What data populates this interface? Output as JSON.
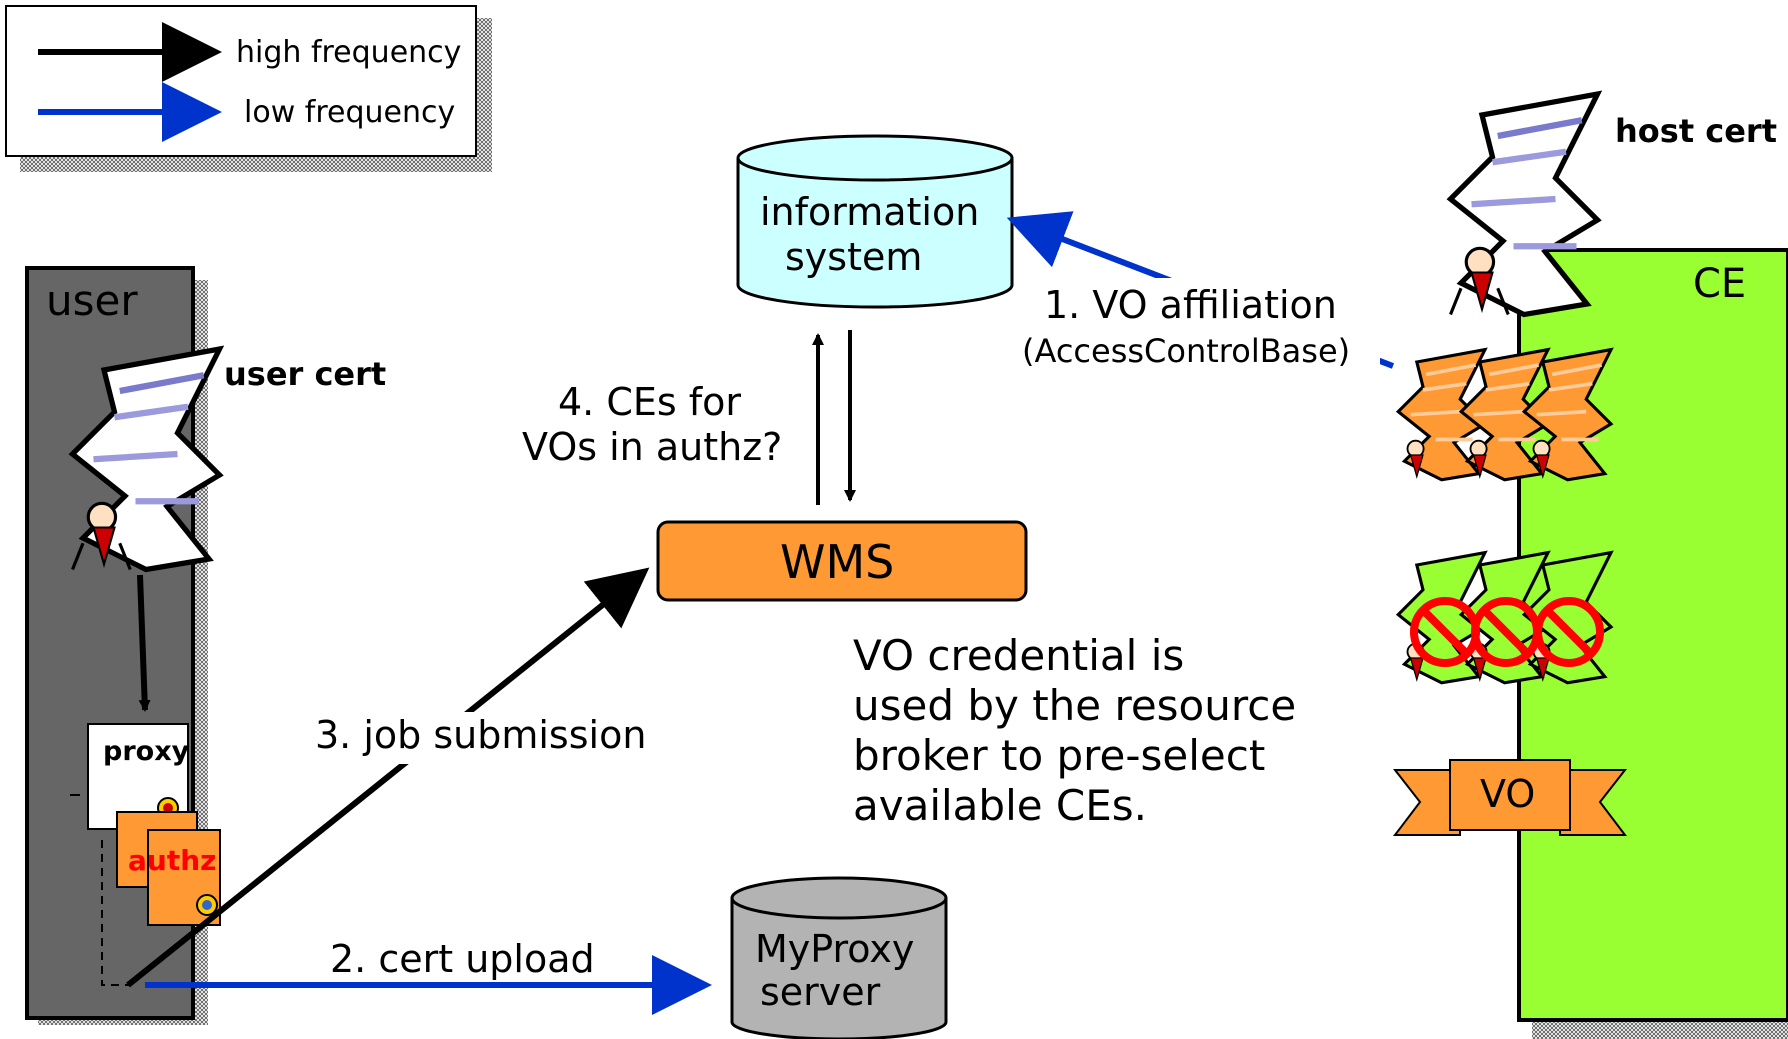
{
  "legend": {
    "high_label": "high frequency",
    "low_label": "low frequency",
    "high_color": "#000000",
    "low_color": "#0033cc"
  },
  "nodes": {
    "information_system": {
      "line1": "information",
      "line2": "system",
      "fill": "#ccffff"
    },
    "wms": {
      "label": "WMS",
      "fill": "#ff9933"
    },
    "myproxy": {
      "line1": "MyProxy",
      "line2": "server",
      "fill": "#b3b3b3"
    },
    "user": {
      "label": "user",
      "fill": "#666666"
    },
    "ce": {
      "label": "CE",
      "fill": "#99ff33"
    }
  },
  "labels": {
    "user_cert": "user cert",
    "host_cert": "host cert",
    "proxy": "proxy",
    "authz": "authz",
    "vo_banner": "VO",
    "ces_for_vos_line1": "4. CEs for",
    "ces_for_vos_line2": "VOs in authz?",
    "vo_affiliation_line1": "1. VO affiliation",
    "vo_affiliation_line2": "(AccessControlBase)",
    "job_submission": "3. job submission",
    "cert_upload": "2. cert upload",
    "note_line1": "VO credential is",
    "note_line2": "used by the resource",
    "note_line3": "broker to pre-select",
    "note_line4": "available CEs."
  },
  "icons": [
    "certificate-icon",
    "forbidden-icon",
    "seal-icon",
    "banner-icon"
  ]
}
